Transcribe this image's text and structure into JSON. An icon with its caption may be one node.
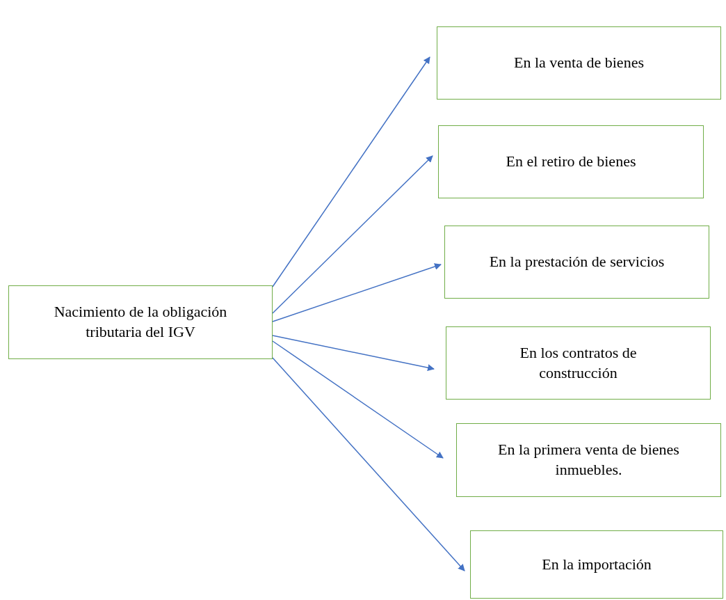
{
  "diagram": {
    "nodes": [
      {
        "text": [
          "Nacimiento de la obligación tributaria del IGV"
        ]
      },
      {
        "text": [
          "En la venta de bienes"
        ]
      },
      {
        "text": [
          "En el retiro de bienes"
        ]
      },
      {
        "text": [
          "En la prestación de servicios"
        ]
      },
      {
        "text": [
          "En los contratos de construcción"
        ]
      },
      {
        "text": [
          "En la primera venta de bienes inmuebles."
        ]
      },
      {
        "text": [
          "En la importación"
        ]
      }
    ],
    "edges": [
      {
        "from": 0,
        "to": 1,
        "arrow": "to"
      },
      {
        "from": 0,
        "to": 2,
        "arrow": "to"
      },
      {
        "from": 0,
        "to": 3,
        "arrow": "to"
      },
      {
        "from": 0,
        "to": 4,
        "arrow": "to"
      },
      {
        "from": 0,
        "to": 5,
        "arrow": "to"
      },
      {
        "from": 0,
        "to": 6,
        "arrow": "to"
      }
    ]
  }
}
